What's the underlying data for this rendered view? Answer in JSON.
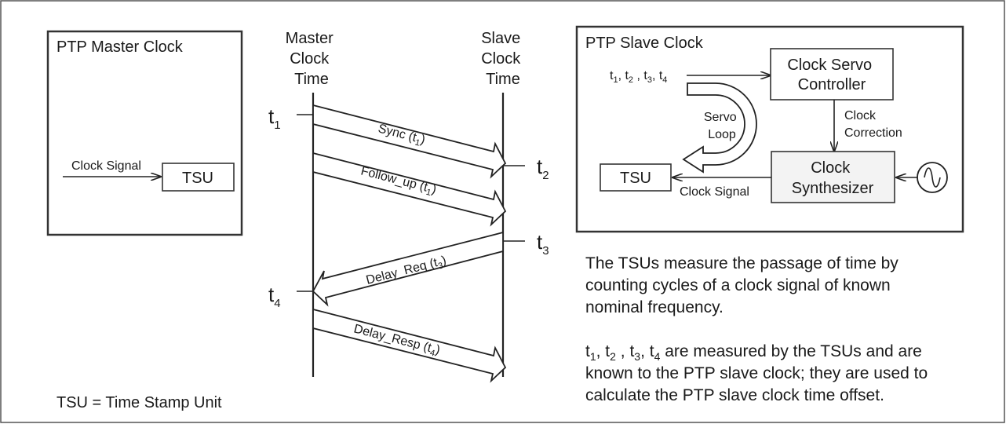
{
  "master_box": {
    "title": "PTP Master Clock",
    "clock_signal_label": "Clock Signal",
    "tsu_label": "TSU"
  },
  "timeline": {
    "master_header": [
      "Master",
      "Clock",
      "Time"
    ],
    "slave_header": [
      "Slave",
      "Clock",
      "Time"
    ],
    "time_marks": {
      "t1": {
        "base": "t",
        "sub": "1"
      },
      "t2": {
        "base": "t",
        "sub": "2"
      },
      "t3": {
        "base": "t",
        "sub": "3"
      },
      "t4": {
        "base": "t",
        "sub": "4"
      }
    },
    "messages": [
      {
        "name": "Sync",
        "sub": "1"
      },
      {
        "name": "Follow_up",
        "sub": "1"
      },
      {
        "name": "Delay_Req",
        "sub": "3"
      },
      {
        "name": "Delay_Resp",
        "sub": "4"
      }
    ]
  },
  "slave_box": {
    "title": "PTP Slave Clock",
    "inputs_label": "t1, t2 , t3, t4",
    "servo_controller": [
      "Clock Servo",
      "Controller"
    ],
    "clock_correction": [
      "Clock",
      "Correction"
    ],
    "servo_loop": [
      "Servo",
      "Loop"
    ],
    "clock_synthesizer": [
      "Clock",
      "Synthesizer"
    ],
    "tsu_label": "TSU",
    "clock_signal_label": "Clock Signal"
  },
  "footnote": "TSU = Time Stamp Unit",
  "description": {
    "paragraph1": [
      "The TSUs measure the passage of time by",
      "counting cycles of a clock signal of known",
      "nominal frequency."
    ],
    "paragraph2_line1_suffix": " are measured by the TSUs and are",
    "paragraph2_rest": [
      "known to the PTP slave clock; they are used to",
      "calculate the PTP slave clock time offset."
    ]
  }
}
